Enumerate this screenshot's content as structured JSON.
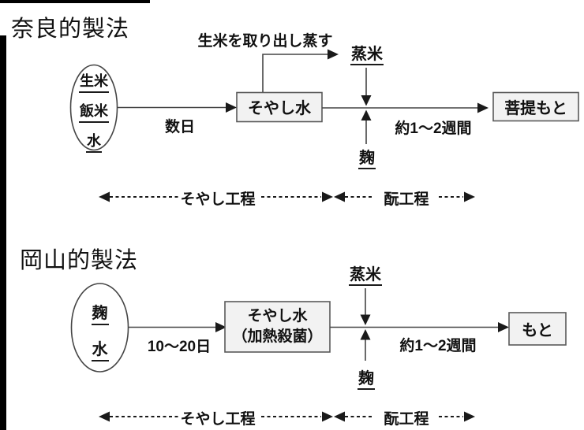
{
  "colors": {
    "line": "#454545",
    "arrow": "#1a1a1a",
    "box_fill": "#f2f2f2",
    "box_border": "#595959",
    "accent_bar": "#000000",
    "text": "#111111"
  },
  "diagram1": {
    "title": "奈良的製法",
    "source_lines": [
      "生米",
      "飯米",
      "水"
    ],
    "arrow1_label": "数日",
    "process_box": "そやし水",
    "branch_note": "生米を取り出し蒸す",
    "steamed_rice": "蒸米",
    "koji": "麹",
    "arrow2_label": "約1～2週間",
    "result_box": "菩提もと",
    "phase_left": "そやし工程",
    "phase_right": "酛工程"
  },
  "diagram2": {
    "title": "岡山的製法",
    "source_lines": [
      "麹",
      "水"
    ],
    "arrow1_label": "10～20日",
    "process_box_line1": "そやし水",
    "process_box_line2": "（加熱殺菌）",
    "steamed_rice": "蒸米",
    "koji": "麹",
    "arrow2_label": "約1～2週間",
    "result_box": "もと",
    "phase_left": "そやし工程",
    "phase_right": "酛工程"
  }
}
